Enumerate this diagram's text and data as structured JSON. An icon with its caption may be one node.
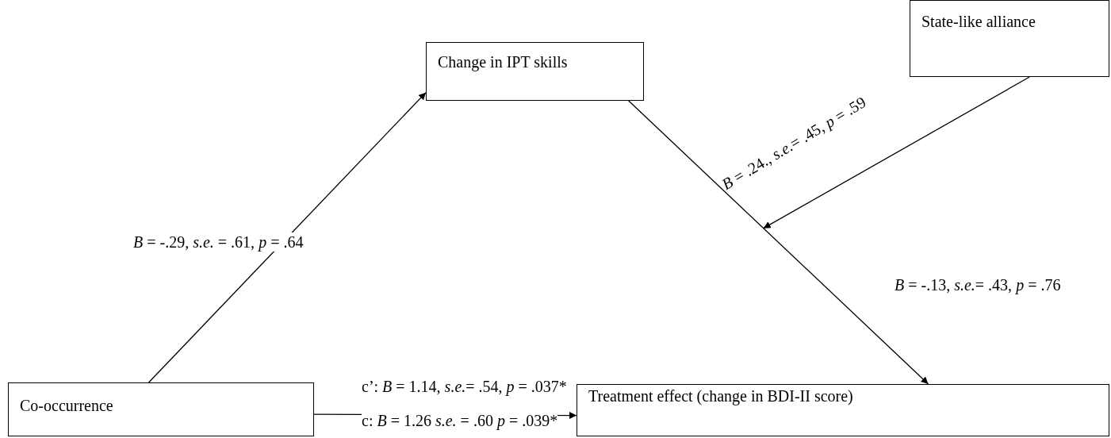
{
  "diagram": {
    "nodes": [
      {
        "text": [
          "State-like alliance"
        ]
      },
      {
        "text": [
          "Change in IPT skills"
        ]
      },
      {
        "text": [
          "Co-occurrence"
        ]
      },
      {
        "text": [
          "Treatment effect (change in BDI-II score)"
        ]
      }
    ],
    "edges": [
      {
        "from": 2,
        "to": 1,
        "arrow": "to",
        "label": "*B* = -.29, *s.e.* = .61, *p* = .64"
      },
      {
        "from": 1,
        "to": 3,
        "arrow": "to",
        "label": "*B* = -.13, *s.e.*= .43, *p* = .76"
      },
      {
        "from": 2,
        "to": 3,
        "arrow": "to",
        "label": "c’: *B* = 1.14, *s.e.*= .54, *p* = .037*"
      },
      {
        "from": 0,
        "to": null,
        "arrow": "to",
        "label": "*B* = .24., *s.e.*= .45, *p* = .59"
      }
    ],
    "labels": [
      "c: *B* = 1.26 *s.e.* = .60 *p* = .039*"
    ]
  }
}
